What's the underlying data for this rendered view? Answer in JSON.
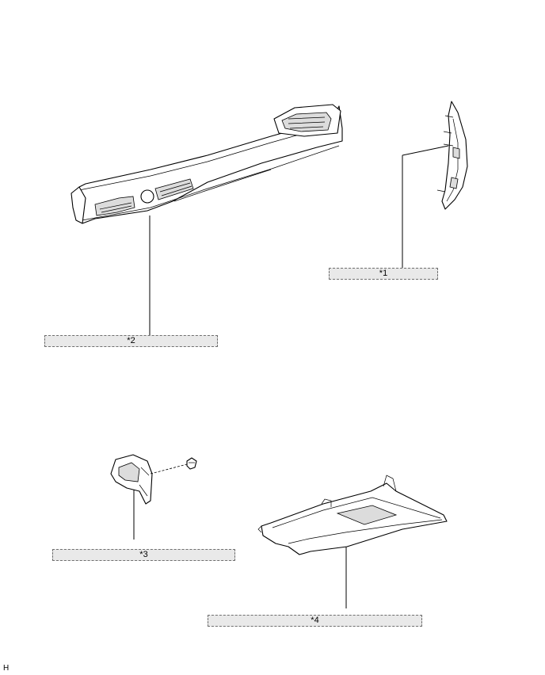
{
  "callouts": [
    {
      "id": "1",
      "label": "*1"
    },
    {
      "id": "2",
      "label": "*2"
    },
    {
      "id": "3",
      "label": "*3"
    },
    {
      "id": "4",
      "label": "*4"
    }
  ],
  "figure_code": "H",
  "colors": {
    "line": "#000000",
    "callout_fill": "#e9e9e9",
    "callout_border": "#6f6f6f"
  }
}
